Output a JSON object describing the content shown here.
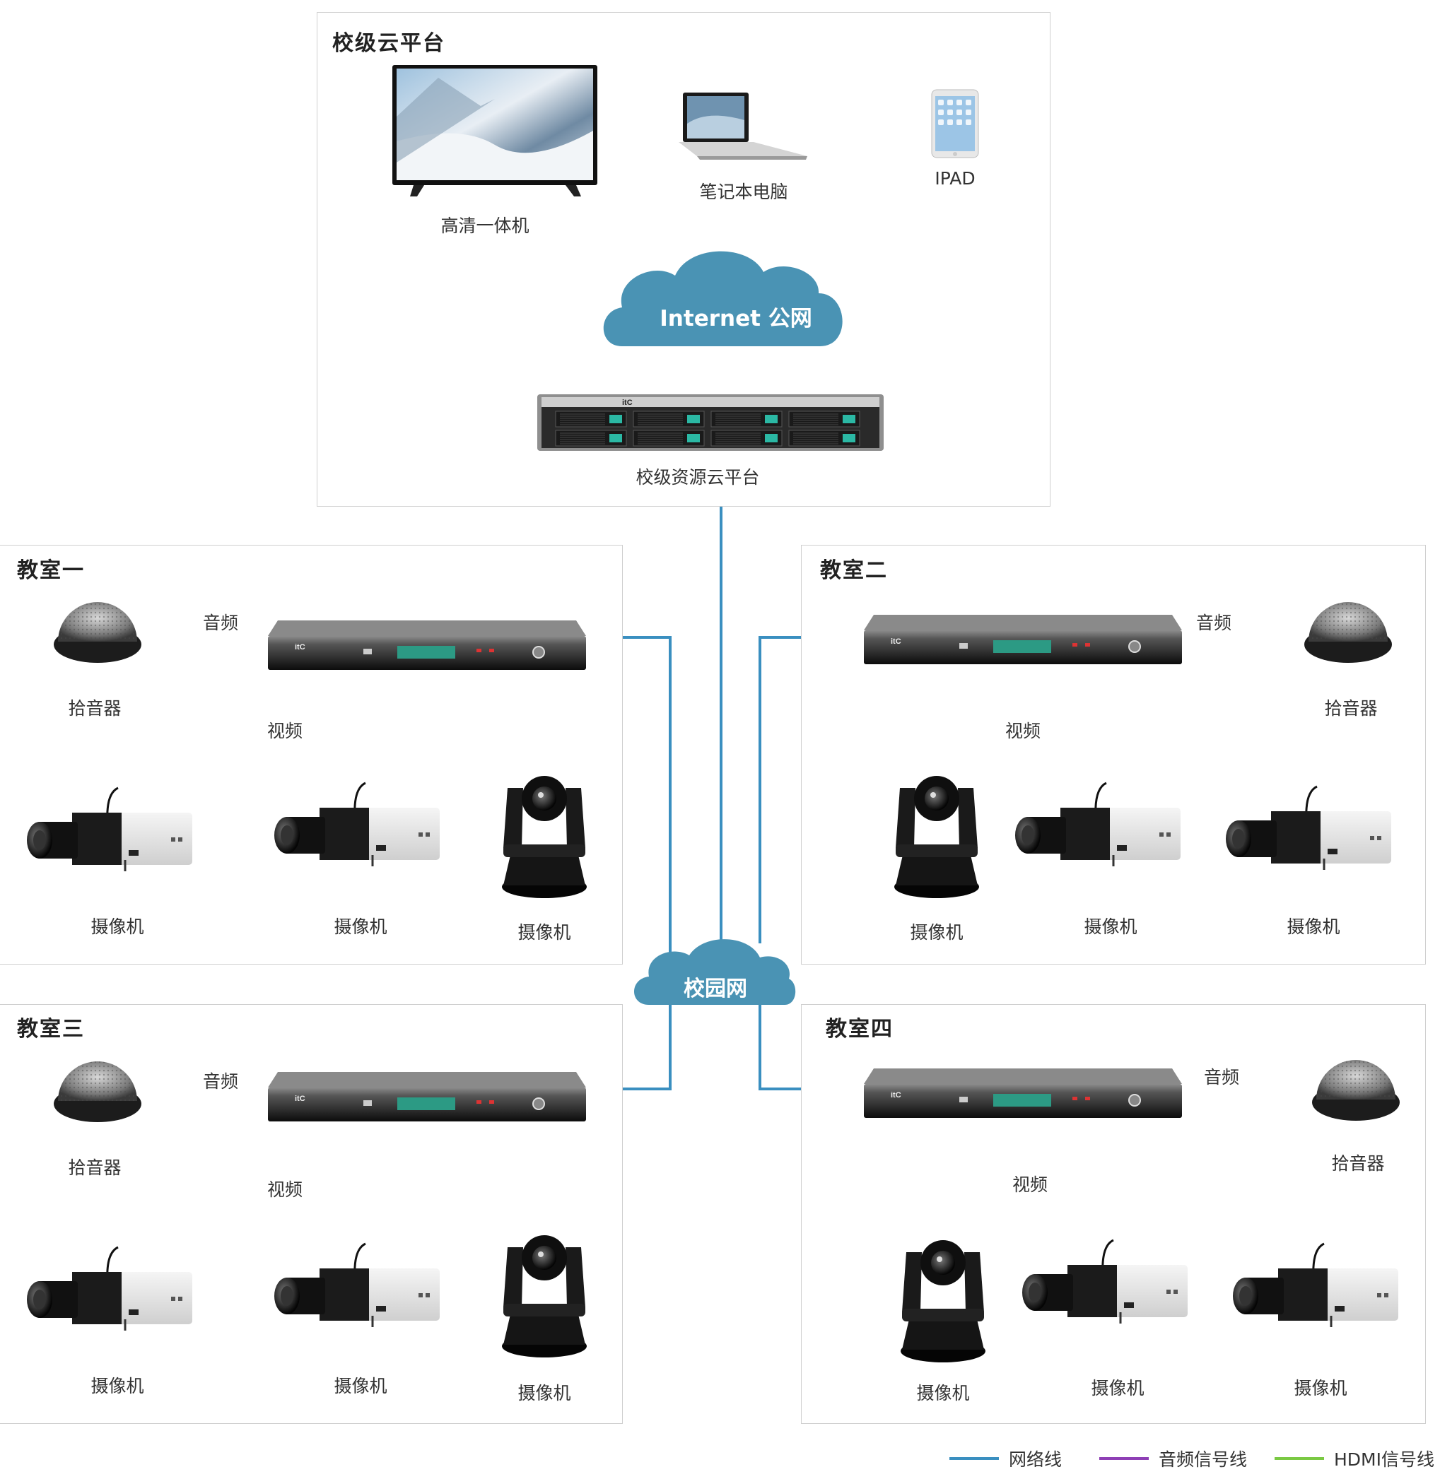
{
  "top_panel": {
    "title": "校级云平台",
    "devices": {
      "tv": "高清一体机",
      "laptop": "笔记本电脑",
      "ipad": "IPAD",
      "server": "校级资源云平台",
      "server_brand": "itC"
    },
    "cloud": "Internet 公网"
  },
  "campus_cloud": "校园网",
  "classrooms": [
    {
      "title": "教室一",
      "audio": "音频",
      "video": "视频",
      "mic": "拾音器",
      "cams": [
        "摄像机",
        "摄像机",
        "摄像机"
      ]
    },
    {
      "title": "教室二",
      "audio": "音频",
      "video": "视频",
      "mic": "拾音器",
      "cams": [
        "摄像机",
        "摄像机",
        "摄像机"
      ]
    },
    {
      "title": "教室三",
      "audio": "音频",
      "video": "视频",
      "mic": "拾音器",
      "cams": [
        "摄像机",
        "摄像机",
        "摄像机"
      ]
    },
    {
      "title": "教室四",
      "audio": "音频",
      "video": "视频",
      "mic": "拾音器",
      "cams": [
        "摄像机",
        "摄像机",
        "摄像机"
      ]
    }
  ],
  "recorder_brand": "itC",
  "legend": [
    {
      "label": "网络线",
      "color": "#3a8fc0"
    },
    {
      "label": "音频信号线",
      "color": "#8e3fb5"
    },
    {
      "label": "HDMI信号线",
      "color": "#7ac943"
    }
  ],
  "colors": {
    "network": "#3a8fc0",
    "audio": "#8e3fb5",
    "hdmi": "#7ac943",
    "cloud": "#4a93b4"
  }
}
